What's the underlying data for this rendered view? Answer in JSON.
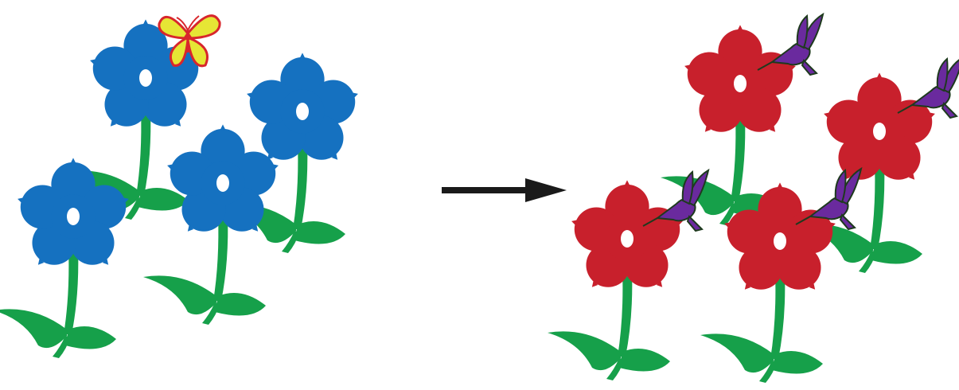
{
  "colors": {
    "blue_flower": "#1571c0",
    "red_flower": "#c8202c",
    "stem": "#16a04a",
    "leaf": "#16a04a",
    "center": "#ffffff",
    "arrow": "#1a1a1a",
    "butterfly_wing": "#e6e635",
    "butterfly_outline": "#d8262c",
    "hummingbird": "#6a2a9e",
    "hummingbird_outline": "#1e3a1e"
  },
  "left_panel": {
    "flower_color_name": "blue",
    "pollinator_icon": "butterfly-icon",
    "flower_count": 4
  },
  "right_panel": {
    "flower_color_name": "red",
    "pollinator_icon": "hummingbird-icon",
    "flower_count": 4
  },
  "arrow_icon": "arrow-right-icon"
}
